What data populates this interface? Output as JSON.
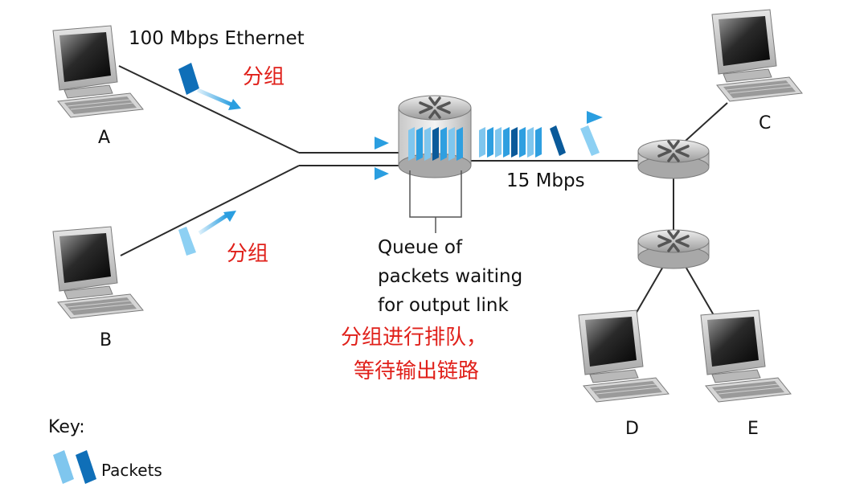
{
  "labels": {
    "link_a": "100 Mbps Ethernet",
    "link_out": "15 Mbps",
    "packet_cn_a": "分组",
    "packet_cn_b": "分组",
    "queue_line1": "Queue of",
    "queue_line2": "packets waiting",
    "queue_line3": "for output link",
    "queue_cn_line1": "分组进行排队，",
    "queue_cn_line2": "等待输出链路"
  },
  "hosts": {
    "a": "A",
    "b": "B",
    "c": "C",
    "d": "D",
    "e": "E"
  },
  "key": {
    "title": "Key:",
    "packets": "Packets"
  },
  "colors": {
    "packet_light": "#7fc6ee",
    "packet_mid": "#2f9fe0",
    "packet_dark": "#0a5a9a",
    "arrow": "#2a9ee0",
    "cn_text": "#e0201a",
    "link": "#2b2b2b"
  }
}
